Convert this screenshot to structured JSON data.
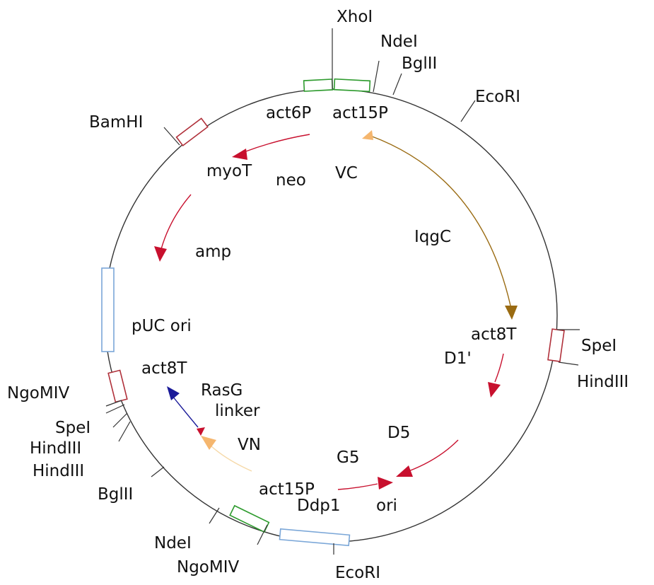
{
  "colors": {
    "backbone": "#333333",
    "promoter_box": "#2e9b2e",
    "ori_box": "#7ba7d8",
    "restriction_box": "#b0303a",
    "arrow_red": "#c8102e",
    "arrow_brown": "#9a6b12",
    "arrow_orange": "#f5b66e",
    "arrow_navy": "#1a1a99",
    "arrow_lightorange": "#f6d9a8"
  },
  "restriction_sites": {
    "xhoI_top": "XhoI",
    "ndeI_top": "NdeI",
    "bglII_top": "BglII",
    "ecoRI_top": "EcoRI",
    "bamHI": "BamHI",
    "speI_right": "SpeI",
    "hindIII_right": "HindIII",
    "ngoMIV_left": "NgoMIV",
    "speI_left": "SpeI",
    "hindIII_left_1": "HindIII",
    "hindIII_left_2": "HindIII",
    "bglII_bottom": "BglII",
    "ndeI_bottom": "NdeI",
    "ngoMIV_bottom": "NgoMIV",
    "ecoRI_bottom": "EcoRI"
  },
  "features": {
    "act6P": "act6P",
    "act15P_top": "act15P",
    "myoT": "myoT",
    "neo": "neo",
    "VC": "VC",
    "IqgC": "IqgC",
    "amp": "amp",
    "pUC_ori": "pUC ori",
    "act8T_right": "act8T",
    "D1_prime": "D1'",
    "act8T_left": "act8T",
    "RasG": "RasG",
    "linker": "linker",
    "VN": "VN",
    "D5": "D5",
    "G5": "G5",
    "act15P_bottom": "act15P",
    "Ddp1": "Ddp1",
    "ori": "ori"
  }
}
